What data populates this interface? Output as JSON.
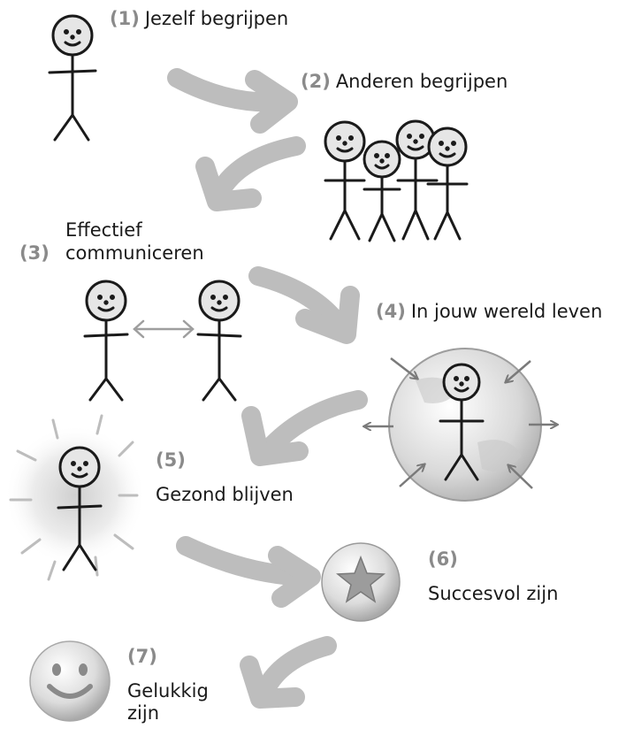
{
  "steps": [
    {
      "number": "(1)",
      "text": "Jezelf begrijpen"
    },
    {
      "number": "(2)",
      "text": "Anderen begrijpen"
    },
    {
      "number": "(3)",
      "text_line1": "Effectief",
      "text_line2": "communiceren"
    },
    {
      "number": "(4)",
      "text": "In jouw wereld leven"
    },
    {
      "number": "(5)",
      "text": "Gezond blijven"
    },
    {
      "number": "(6)",
      "text": "Succesvol zijn"
    },
    {
      "number": "(7)",
      "text_line1": "Gelukkig",
      "text_line2": "zijn"
    }
  ],
  "colors": {
    "arrow": "#bdbdbd",
    "number": "#8a8a8a",
    "ink": "#1a1a1a",
    "face": "#e6e6e6",
    "globe": "#d9d9d9",
    "small_arrow": "#7a7a7a"
  }
}
